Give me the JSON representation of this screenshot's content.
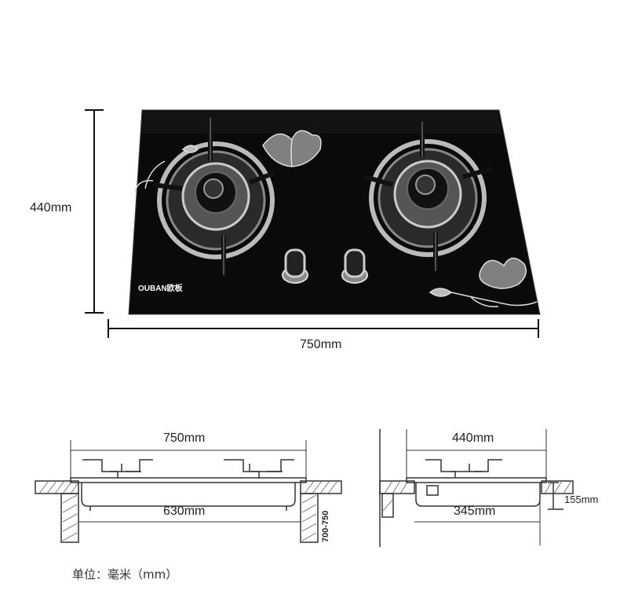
{
  "top_view": {
    "height_label": "440mm",
    "width_label": "750mm",
    "brand": "OUBAN",
    "brand_cn": "欧板"
  },
  "front_section": {
    "outer_width_label": "750mm",
    "cutout_width_label": "630mm",
    "cabinet_label": "700-750"
  },
  "side_section": {
    "outer_depth_label": "440mm",
    "cutout_depth_label": "345mm",
    "height_label": "155mm"
  },
  "unit_note": "单位：毫米（mm）"
}
